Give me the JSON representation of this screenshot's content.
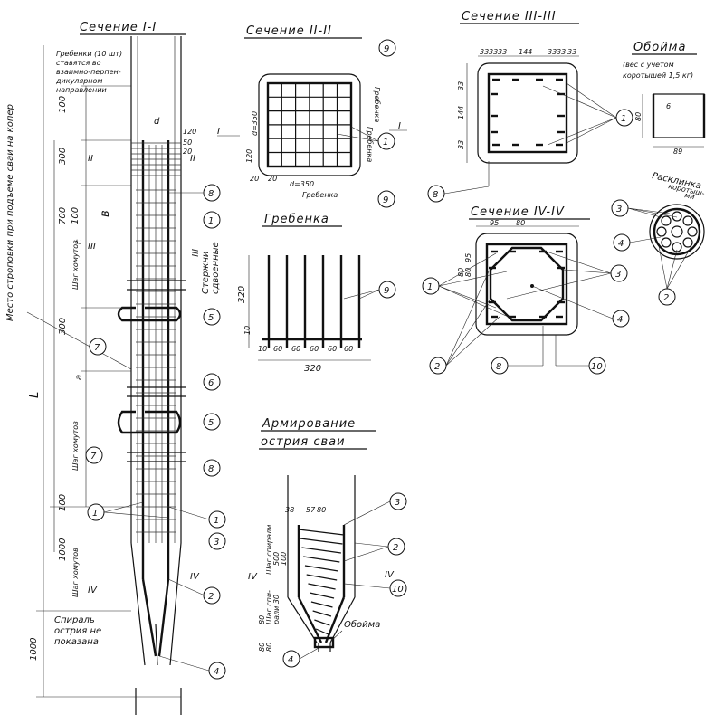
{
  "headings": {
    "sec1": "Сечение I-I",
    "sec2": "Сечение II-II",
    "sec3": "Сечение III-III",
    "sec4": "Сечение IV-IV",
    "comb": "Гребенка",
    "clamp": "Обойма",
    "tip": "Армирование",
    "tip2": "острия сваи",
    "spacer": "Расклинка",
    "spacer2": "коротыш-",
    "spacer3": "ми"
  },
  "notes": {
    "combs": "Гребенки (10 шт)",
    "combs2": "ставятся во",
    "combs3": "взаимно-перпен-",
    "combs4": "дикулярном",
    "combs5": "направлении",
    "sling": "Место строповки при подъеме сваи на копер",
    "rods": "Стержни",
    "rods2": "сдвоенные",
    "clamp_weight": "(вес с учетом",
    "clamp_weight2": "коротышей 1,5 кг)",
    "spiral": "Спираль",
    "spiral2": "острия не",
    "spiral3": "показана",
    "comb_label": "Гребенка",
    "clamp_label": "Обойма",
    "stirrup_step": "Шаг хомутов",
    "spiral_step": "Шаг спирали",
    "spiral_step2": "Шаг спи-",
    "spiral_step3": "рали 30"
  },
  "dims": {
    "d100a": "100",
    "d300a": "300",
    "d700": "700",
    "d100b": "100",
    "d300b": "300",
    "d100c": "100",
    "d1000a": "1000",
    "d1000b": "1000",
    "c": "c",
    "b": "в",
    "a": "a",
    "l": "L",
    "d": "d",
    "d120": "120",
    "d50": "50",
    "d20": "20",
    "d350a": "d=350",
    "d350b": "d=350",
    "d_20a": "120",
    "d_20b": "20",
    "d_20c": "20",
    "d320a": "320",
    "d320b": "320",
    "d10a": "10",
    "d10b": "10",
    "d60a": "60",
    "d60b": "60",
    "d60c": "60",
    "d60d": "60",
    "d60e": "60",
    "d33a": "33",
    "d33b": "33",
    "d33c": "33",
    "d144a": "144",
    "d33d": "33",
    "d33e": "33",
    "d33f": "33",
    "d144b": "144",
    "d33g": "33",
    "d95a": "95",
    "d80a": "80",
    "d95b": "95",
    "d80b": "80",
    "d89": "89",
    "d80c": "80",
    "d6": "6",
    "d38": "38",
    "d57": "57",
    "d80d": "80",
    "d500": "500",
    "d100d": "100",
    "d80e": "80",
    "d80f": "80",
    "d80g": "80",
    "d80h": "80"
  },
  "roman": {
    "II_l": "II",
    "II_r": "II",
    "III": "III",
    "IV_l": "IV",
    "IV_r": "IV",
    "I_l": "I",
    "I_r": "I",
    "III_b": "III",
    "IV_tl": "IV",
    "IV_tr": "IV"
  },
  "callouts": [
    "1",
    "2",
    "3",
    "4",
    "5",
    "6",
    "7",
    "8",
    "9",
    "10"
  ]
}
